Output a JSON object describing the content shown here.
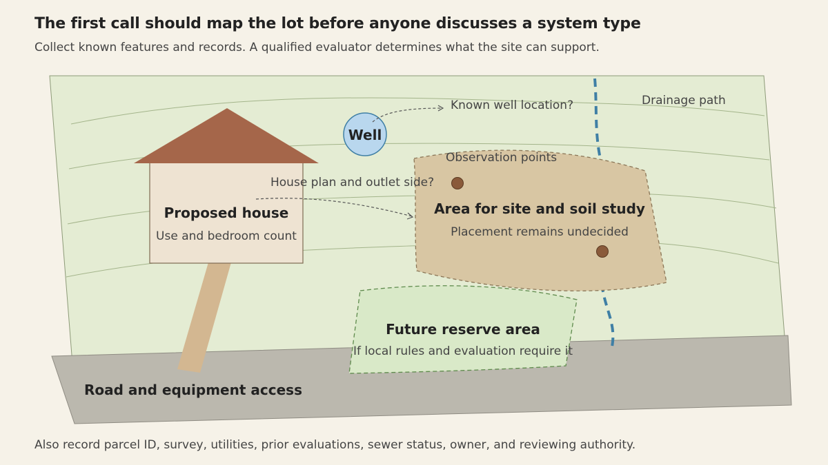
{
  "title": "The first call should map the lot before anyone discusses a system type",
  "subtitle": "Collect known features and records. A qualified evaluator determines what the site can support.",
  "footer": "Also record parcel ID, survey, utilities, prior evaluations, sewer status, owner, and reviewing authority.",
  "map": {
    "house_title": "Proposed house",
    "house_sub": "Use and bedroom count",
    "house_note": "House plan and outlet side?",
    "well_label": "Well",
    "well_note": "Known well location?",
    "drainage": "Drainage path",
    "observation": "Observation points",
    "study_title": "Area for site and soil study",
    "study_sub": "Placement remains undecided",
    "reserve_title": "Future reserve area",
    "reserve_sub": "If local rules and evaluation require it",
    "road": "Road and equipment access"
  },
  "colors": {
    "background": "#f6f2e8",
    "lot": "#e4ecd3",
    "roof": "#a5664a",
    "house": "#eee3d2",
    "well": "#b9d7ee",
    "study_area": "#d8c6a3",
    "reserve_area": "#d9e9c8",
    "road": "#bbb8ae",
    "drainage": "#3f7fa5",
    "driveway": "#d3b791"
  }
}
